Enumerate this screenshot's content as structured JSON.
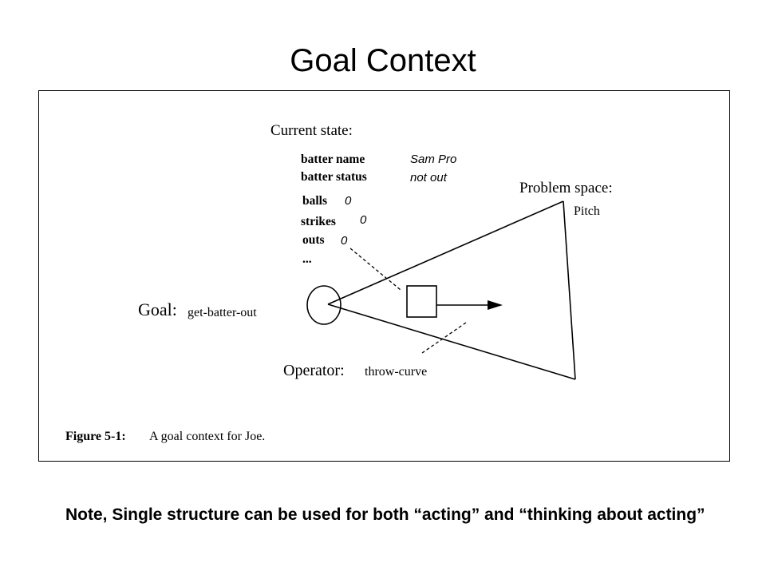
{
  "slide": {
    "title": "Goal Context",
    "note": "Note, Single structure can be used for both “acting” and “thinking about acting”"
  },
  "figure": {
    "current_state_label": "Current state:",
    "attributes": [
      {
        "name": "batter name",
        "value": "Sam Pro"
      },
      {
        "name": "batter status",
        "value": "not out"
      },
      {
        "name": "balls",
        "value": "0"
      },
      {
        "name": "strikes",
        "value": "0"
      },
      {
        "name": "outs",
        "value": "0"
      },
      {
        "name": "...",
        "value": ""
      }
    ],
    "problem_space_label": "Problem space:",
    "problem_space_value": "Pitch",
    "goal_label": "Goal:",
    "goal_value": "get-batter-out",
    "operator_label": "Operator:",
    "operator_value": "throw-curve",
    "caption_label": "Figure 5-1:",
    "caption_text": "A goal context for Joe."
  }
}
